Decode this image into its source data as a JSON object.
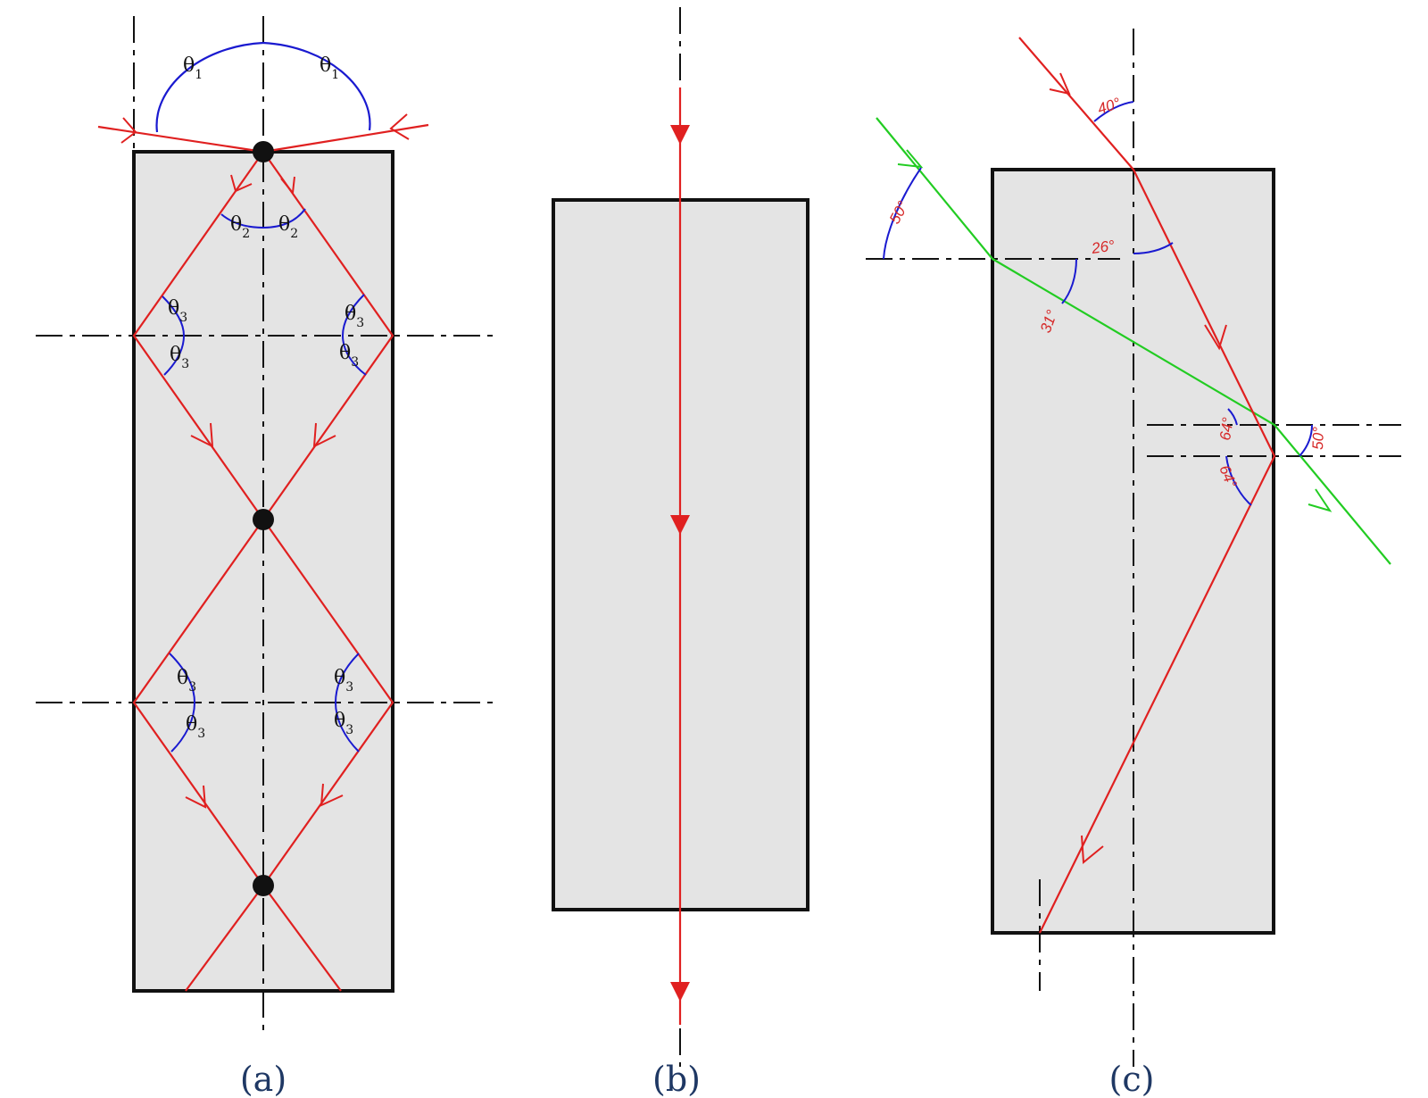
{
  "panels": [
    {
      "id": "a",
      "label": "(a)"
    },
    {
      "id": "b",
      "label": "(b)"
    },
    {
      "id": "c",
      "label": "(c)"
    }
  ],
  "panel_a": {
    "symbol": "θ",
    "subscripts": {
      "theta1": "1",
      "theta2": "2",
      "theta3": "3"
    }
  },
  "panel_c": {
    "angles": {
      "red_incidence": "40°",
      "red_refraction": "26°",
      "green_incidence": "50°",
      "green_refraction": "31°",
      "red_internal_upper": "64°",
      "red_internal_lower": "64°",
      "green_exit": "50°"
    }
  },
  "colors": {
    "ray_red": "#e02020",
    "ray_green": "#22cc22",
    "arc_blue": "#1a1ad0",
    "slab_fill": "#e4e4e4",
    "outline": "#111111",
    "label_navy": "#1f3864"
  }
}
